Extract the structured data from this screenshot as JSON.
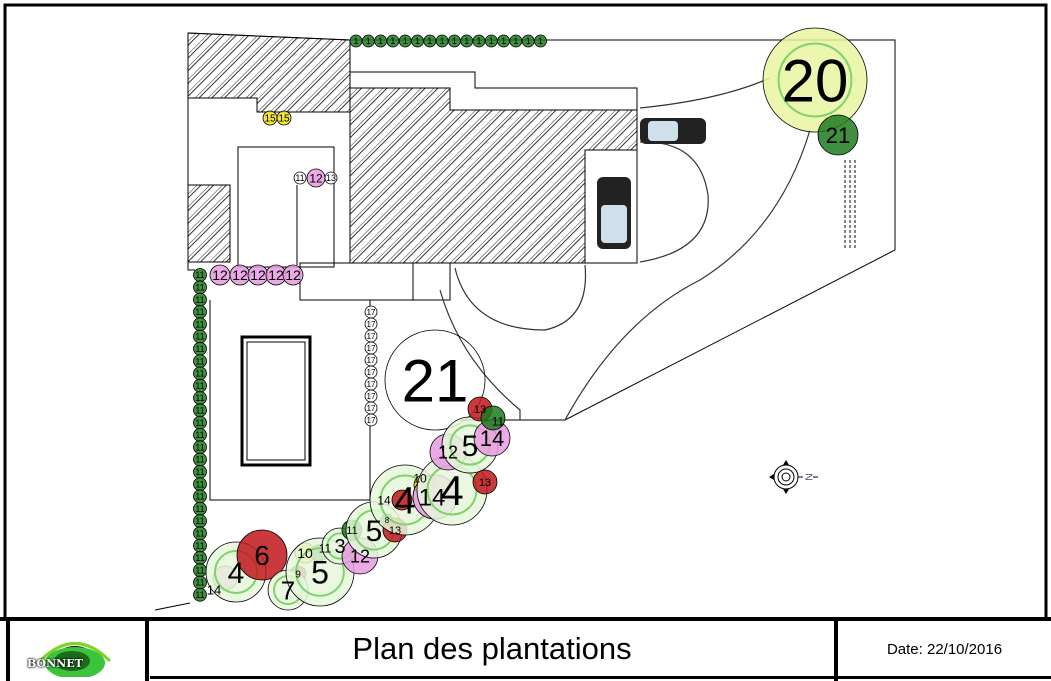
{
  "title_block": {
    "title": "Plan des plantations",
    "date": "Date: 22/10/2016",
    "logo_text": "BONNET"
  },
  "compass": {
    "north_label": "N"
  },
  "colors": {
    "hedge": "#1f7a1f",
    "foliage": "#7fd36a",
    "flower_pink": "#e79be0",
    "flower_red": "#c0161b",
    "flower_yellow": "#f2e21c",
    "hatch": "#000000"
  },
  "plants": [
    {
      "label": "20",
      "kind": "tree"
    },
    {
      "label": "21",
      "kind": "tree-dark"
    },
    {
      "label": "21",
      "kind": "outline"
    },
    {
      "label": "15",
      "kind": "yellow"
    },
    {
      "label": "15",
      "kind": "yellow"
    },
    {
      "label": "11",
      "kind": "small"
    },
    {
      "label": "12",
      "kind": "pink"
    },
    {
      "label": "13",
      "kind": "small"
    },
    {
      "label": "12",
      "kind": "pink"
    },
    {
      "label": "12",
      "kind": "pink"
    },
    {
      "label": "12",
      "kind": "pink"
    },
    {
      "label": "12",
      "kind": "pink"
    },
    {
      "label": "12",
      "kind": "pink"
    },
    {
      "label": "14",
      "kind": "pink"
    },
    {
      "label": "4",
      "kind": "foliage"
    },
    {
      "label": "6",
      "kind": "red"
    },
    {
      "label": "10",
      "kind": "yellow"
    },
    {
      "label": "11",
      "kind": "hedge"
    },
    {
      "label": "9",
      "kind": "red"
    },
    {
      "label": "7",
      "kind": "foliage"
    },
    {
      "label": "5",
      "kind": "foliage"
    },
    {
      "label": "3",
      "kind": "foliage"
    },
    {
      "label": "12",
      "kind": "pink"
    },
    {
      "label": "11",
      "kind": "hedge"
    },
    {
      "label": "5",
      "kind": "foliage"
    },
    {
      "label": "8",
      "kind": "hedge"
    },
    {
      "label": "13",
      "kind": "red"
    },
    {
      "label": "4",
      "kind": "foliage"
    },
    {
      "label": "14",
      "kind": "red"
    },
    {
      "label": "10",
      "kind": "yellow"
    },
    {
      "label": "14",
      "kind": "pink"
    },
    {
      "label": "4",
      "kind": "foliage"
    },
    {
      "label": "13",
      "kind": "red"
    },
    {
      "label": "12",
      "kind": "pink"
    },
    {
      "label": "5",
      "kind": "foliage"
    },
    {
      "label": "14",
      "kind": "pink"
    },
    {
      "label": "13",
      "kind": "red"
    },
    {
      "label": "11",
      "kind": "hedge"
    }
  ],
  "hedge_top": {
    "label": "1",
    "count": 16
  },
  "hedge_left": {
    "label": "11",
    "count": 27
  },
  "row_17": {
    "label": "17",
    "count": 10
  }
}
